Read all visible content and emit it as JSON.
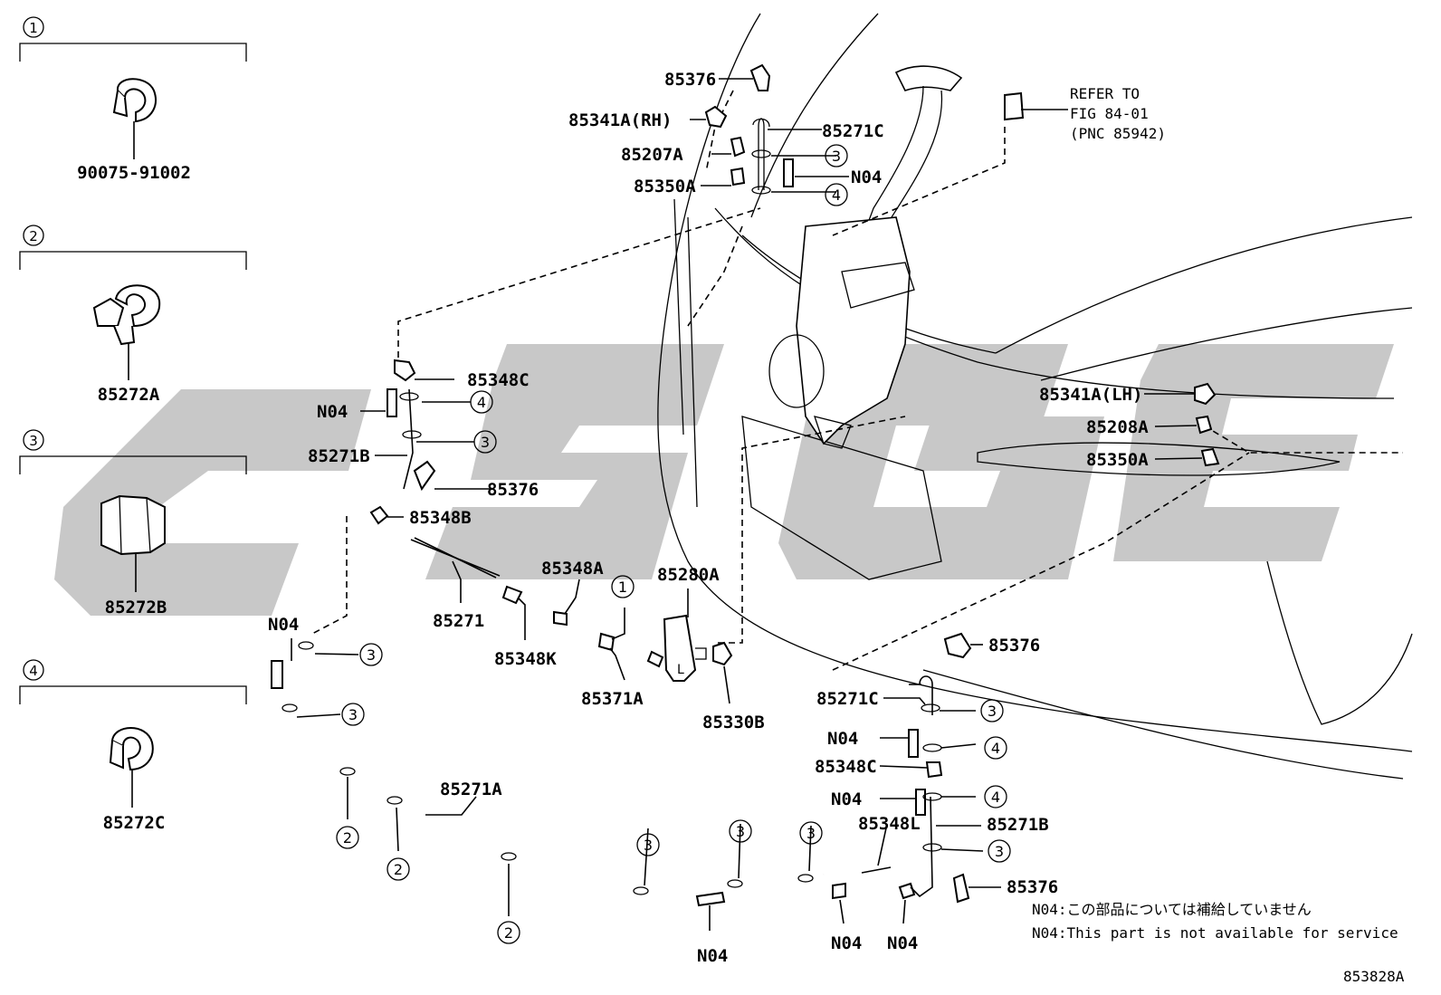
{
  "brand": {
    "watermark_text": "CSGE",
    "watermark_color": "#c8c8c8"
  },
  "legend_panels": [
    {
      "callout": "1",
      "part": "90075-91002"
    },
    {
      "callout": "2",
      "part": "85272A"
    },
    {
      "callout": "3",
      "part": "85272B"
    },
    {
      "callout": "4",
      "part": "85272C"
    }
  ],
  "labels": {
    "p85376_top": "85376",
    "p85341A_rh": "85341A(RH)",
    "p85207A": "85207A",
    "p85350A_top": "85350A",
    "p85271C_top": "85271C",
    "n04_top": "N04",
    "p85348C_left": "85348C",
    "n04_left": "N04",
    "p85271B_left": "85271B",
    "p85376_left": "85376",
    "p85348B": "85348B",
    "n04_far_left": "N04",
    "p85271": "85271",
    "p85348A": "85348A",
    "p85348K": "85348K",
    "p85371A": "85371A",
    "p85280A": "85280A",
    "p85330B": "85330B",
    "p85271A": "85271A",
    "p85341A_lh": "85341A(LH)",
    "p85208A": "85208A",
    "p85350A_right": "85350A",
    "p85376_right": "85376",
    "p85271C_right": "85271C",
    "n04_r1": "N04",
    "p85348C_right": "85348C",
    "n04_r2": "N04",
    "p85348L": "85348L",
    "p85271B_right": "85271B",
    "p85376_bottom": "85376",
    "n04_b1": "N04",
    "n04_b2": "N04",
    "n04_b3": "N04"
  },
  "refer": {
    "line1": "REFER TO",
    "line2": "FIG 84-01",
    "line3": "(PNC 85942)"
  },
  "callouts": {
    "c1": "1",
    "c2": "2",
    "c3": "3",
    "c4": "4"
  },
  "notes": {
    "jp": "N04:この部品については補給していません",
    "en": "N04:This part is not available for service"
  },
  "figure_id": "853828A"
}
